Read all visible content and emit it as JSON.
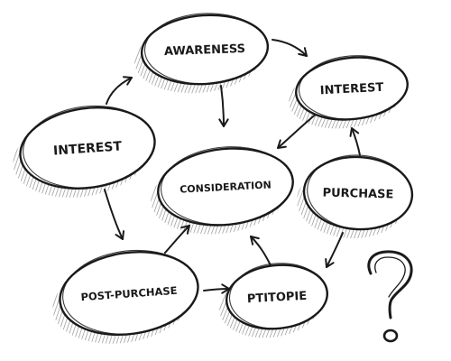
{
  "nodes": [
    {
      "id": "awareness",
      "label": "AWARENESS"
    },
    {
      "id": "interest_right",
      "label": "INTEREST"
    },
    {
      "id": "interest_left",
      "label": "INTEREST"
    },
    {
      "id": "consideration",
      "label": "CONSIDERATION"
    },
    {
      "id": "purchase",
      "label": "PURCHASE"
    },
    {
      "id": "post_purchase",
      "label": "POST-PURCHASE"
    },
    {
      "id": "ptitopie",
      "label": "PTITOPIE"
    }
  ],
  "edges": [
    {
      "from": "interest_left",
      "to": "awareness"
    },
    {
      "from": "awareness",
      "to": "interest_right"
    },
    {
      "from": "awareness",
      "to": "consideration"
    },
    {
      "from": "interest_right",
      "to": "consideration"
    },
    {
      "from": "interest_left",
      "to": "post_purchase"
    },
    {
      "from": "post_purchase",
      "to": "consideration"
    },
    {
      "from": "post_purchase",
      "to": "ptitopie"
    },
    {
      "from": "ptitopie",
      "to": "consideration"
    },
    {
      "from": "purchase",
      "to": "interest_right"
    },
    {
      "from": "purchase",
      "to": "ptitopie"
    }
  ],
  "decoration": {
    "symbol": "question-mark"
  },
  "colors": {
    "ink": "#1a1a1a",
    "shading": "#555555",
    "background": "#ffffff"
  }
}
